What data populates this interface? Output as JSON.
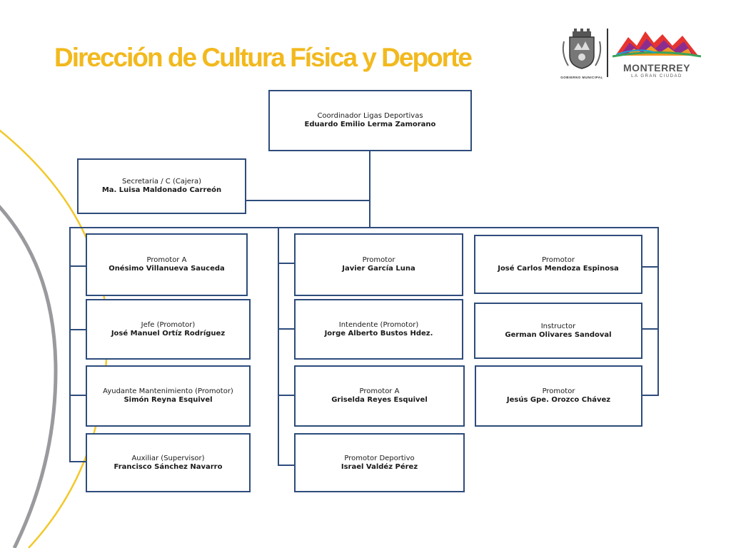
{
  "title": "Dirección de Cultura Física y Deporte",
  "logos": {
    "municipal_caption": "GOBIERNO MUNICIPAL",
    "city_name": "MONTERREY",
    "city_tagline": "LA GRAN CIUDAD"
  },
  "colors": {
    "title": "#f2b91e",
    "box_border": "#2e4c7c",
    "curve_yellow": "#f2c82a",
    "curve_gray": "#9a9a9e"
  },
  "org": {
    "coordinator": {
      "role": "Coordinador Ligas Deportivas",
      "name": "Eduardo Emilio Lerma Zamorano"
    },
    "secretary": {
      "role": "Secretaria / C (Cajera)",
      "name": "Ma. Luisa Maldonado Carreón"
    },
    "column1": [
      {
        "role": "Promotor A",
        "name": "Onésimo Villanueva Sauceda"
      },
      {
        "role": "Jefe  (Promotor)",
        "name": "José Manuel Ortíz Rodríguez"
      },
      {
        "role": "Ayudante Mantenimiento  (Promotor)",
        "name": "Simón Reyna Esquivel"
      },
      {
        "role": "Auxiliar (Supervisor)",
        "name": "Francisco Sánchez Navarro"
      }
    ],
    "column2": [
      {
        "role": "Promotor",
        "name": "Javier García Luna"
      },
      {
        "role": "Intendente (Promotor)",
        "name": "Jorge Alberto Bustos Hdez."
      },
      {
        "role": "Promotor A",
        "name": "Griselda Reyes Esquivel"
      },
      {
        "role": "Promotor Deportivo",
        "name": "Israel Valdéz Pérez"
      }
    ],
    "column3": [
      {
        "role": "Promotor",
        "name": "José Carlos Mendoza Espinosa"
      },
      {
        "role": "Instructor",
        "name": "German Olivares Sandoval"
      },
      {
        "role": "Promotor",
        "name": "Jesús Gpe. Orozco Chávez"
      }
    ]
  }
}
